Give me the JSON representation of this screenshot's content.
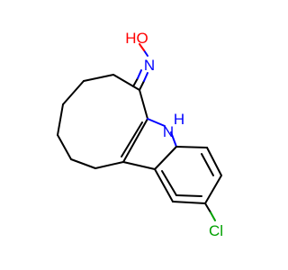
{
  "molecule": {
    "atoms": [
      {
        "id": "hydroxyl",
        "text": "HO",
        "color": "#ff0000"
      },
      {
        "id": "oxime-n",
        "text": "N",
        "color": "#0000ff"
      },
      {
        "id": "indole-nh",
        "text": "H",
        "color": "#0000ff"
      },
      {
        "id": "indole-n",
        "text": "N",
        "color": "#0000ff"
      },
      {
        "id": "chlorine",
        "text": "Cl",
        "color": "#00a000"
      }
    ]
  }
}
